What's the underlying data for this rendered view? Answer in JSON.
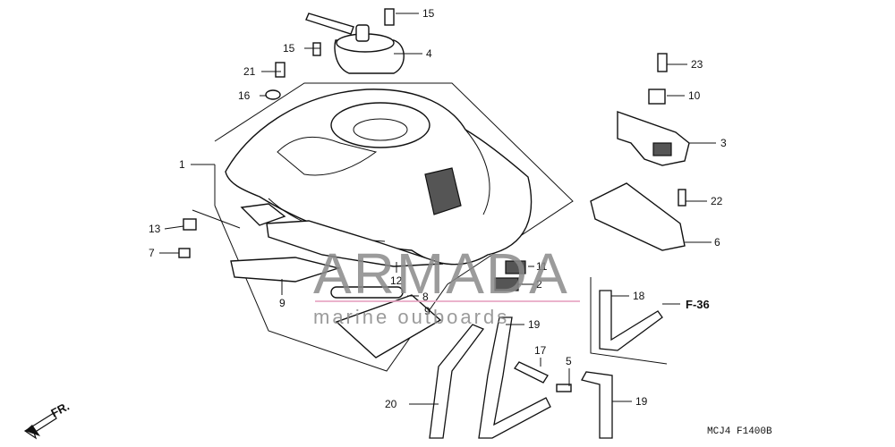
{
  "callouts": {
    "c1": "1",
    "c2": "2",
    "c3": "3",
    "c4": "4",
    "c5": "5",
    "c6": "6",
    "c7": "7",
    "c8": "8",
    "c9a": "9",
    "c9b": "9",
    "c10": "10",
    "c11": "11",
    "c12": "12",
    "c13": "13",
    "c15a": "15",
    "c15b": "15",
    "c16": "16",
    "c17": "17",
    "c18": "18",
    "c19a": "19",
    "c19b": "19",
    "c20": "20",
    "c21": "21",
    "c22": "22",
    "c23": "23"
  },
  "reference": "F-36",
  "front_label": "FR.",
  "diagram_code": "MCJ4  F1400B",
  "watermark": {
    "brand": "ARMADA",
    "tagline": "marine outboards",
    "accent_color": "#e8a6c4",
    "text_color": "#8a8a8a"
  }
}
